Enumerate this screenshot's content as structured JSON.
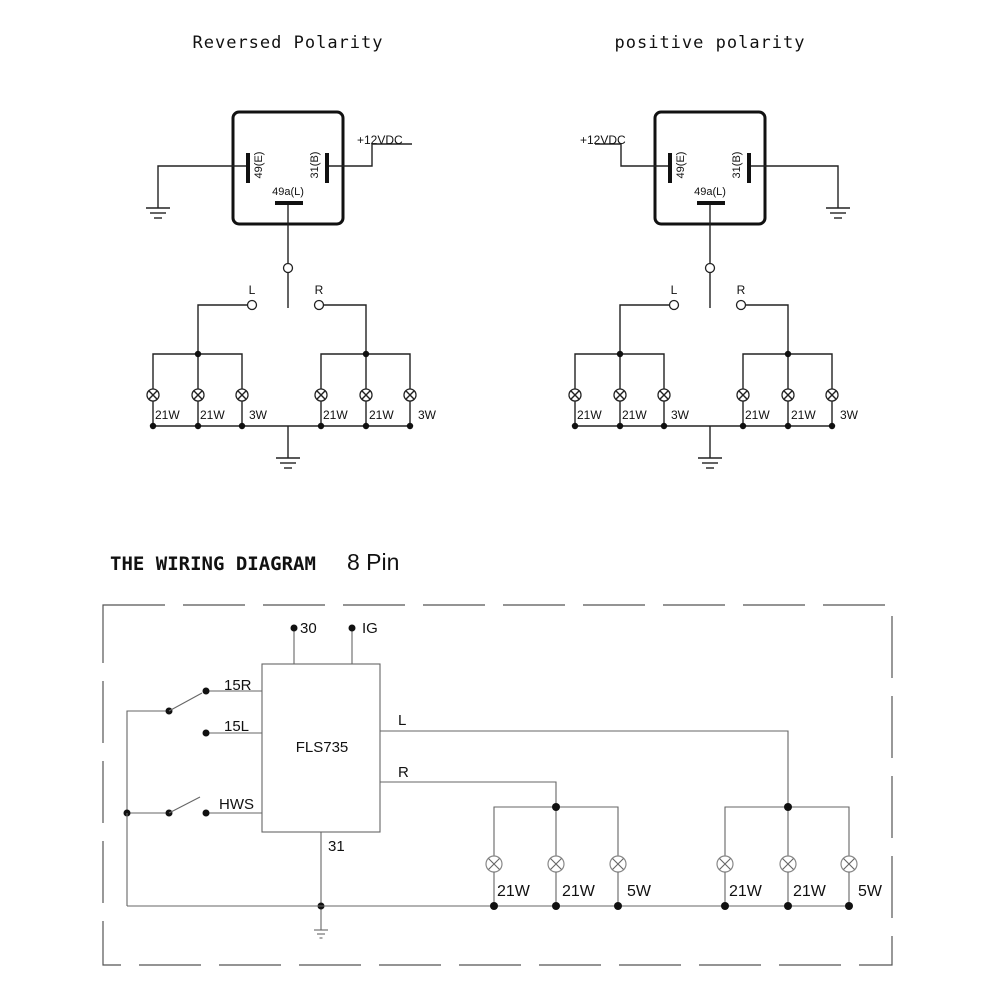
{
  "top": {
    "left_title": "Reversed Polarity",
    "right_title": "positive polarity",
    "supply_label": "+12VDC",
    "pin_e": "49(E)",
    "pin_b": "31(B)",
    "pin_l": "49a(L)",
    "switch_left": "L",
    "switch_right": "R",
    "lamp_labels": [
      "21W",
      "21W",
      "3W",
      "21W",
      "21W",
      "3W"
    ]
  },
  "bottom": {
    "heading": "THE WIRING DIAGRAM",
    "heading_pins": "8 Pin",
    "module_label": "FLS735",
    "terminal_30": "30",
    "terminal_ig": "IG",
    "terminal_15r": "15R",
    "terminal_15l": "15L",
    "terminal_hws": "HWS",
    "terminal_31": "31",
    "output_l": "L",
    "output_r": "R",
    "lamp_labels": [
      "21W",
      "21W",
      "5W",
      "21W",
      "21W",
      "5W"
    ]
  }
}
